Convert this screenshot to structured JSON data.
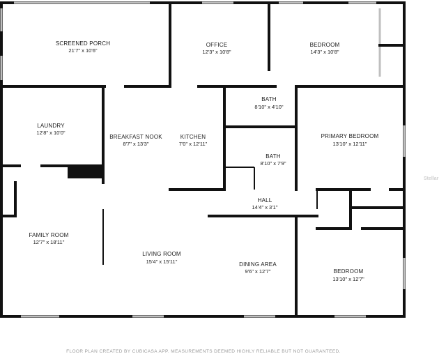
{
  "rooms": {
    "screened_porch": {
      "name": "SCREENED PORCH",
      "dim": "21'7\" x 10'6\""
    },
    "office": {
      "name": "OFFICE",
      "dim": "12'3\" x 10'8\""
    },
    "bedroom_top": {
      "name": "BEDROOM",
      "dim": "14'3\" x 10'8\""
    },
    "bath_top": {
      "name": "BATH",
      "dim": "8'10\" x 4'10\""
    },
    "laundry": {
      "name": "LAUNDRY",
      "dim": "12'8\" x 10'0\""
    },
    "breakfast_nook": {
      "name": "BREAKFAST NOOK",
      "dim": "8'7\" x 13'3\""
    },
    "kitchen": {
      "name": "KITCHEN",
      "dim": "7'0\" x 12'11\""
    },
    "primary_bedroom": {
      "name": "PRIMARY BEDROOM",
      "dim": "13'10\" x 12'11\""
    },
    "bath_mid": {
      "name": "BATH",
      "dim": "8'10\" x 7'9\""
    },
    "hall": {
      "name": "HALL",
      "dim": "14'4\" x 3'1\""
    },
    "family_room": {
      "name": "FAMILY ROOM",
      "dim": "12'7\" x 18'11\""
    },
    "living_room": {
      "name": "LIVING ROOM",
      "dim": "15'4\" x 15'11\""
    },
    "dining_area": {
      "name": "DINING AREA",
      "dim": "9'6\" x 12'7\""
    },
    "bedroom_bottom": {
      "name": "BEDROOM",
      "dim": "13'10\" x 12'7\""
    }
  },
  "footer": "FLOOR PLAN CREATED BY CUBICASA APP. MEASUREMENTS DEEMED HIGHLY RELIABLE BUT NOT GUARANTEED.",
  "watermark": "Stellar"
}
